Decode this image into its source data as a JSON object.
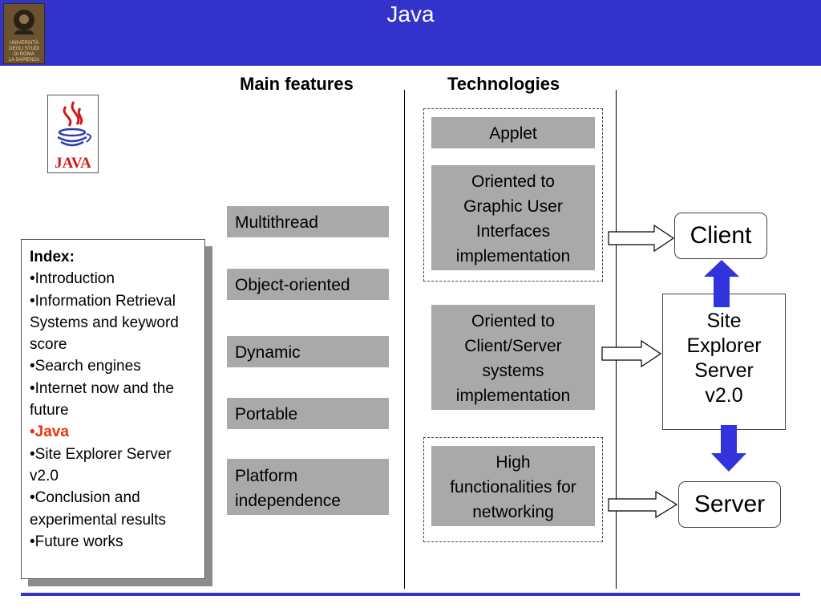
{
  "slide": {
    "title": "Java",
    "colors": {
      "header": "#3333cc",
      "box_fill": "#a9a9a9",
      "highlight": "#e8340c",
      "arrow_blue": "#3333dd"
    }
  },
  "university_logo": {
    "lines": [
      "UNIVERSITÀ",
      "DEGLI STUDI",
      "DI ROMA",
      "LA SAPIENZA"
    ],
    "icon": "university-seal-icon"
  },
  "java_logo": {
    "text": "JAVA",
    "icon": "java-coffee-cup-icon"
  },
  "columns": {
    "main_features": "Main features",
    "technologies": "Technologies"
  },
  "index": {
    "heading": "Index:",
    "items": [
      {
        "bullet": "•",
        "label": "Introduction"
      },
      {
        "bullet": "•",
        "label": "Information Retrieval Systems and keyword score"
      },
      {
        "bullet": "•",
        "label": "Search engines"
      },
      {
        "bullet": "•",
        "label": "Internet now and the future"
      },
      {
        "bullet": "•",
        "label": "Java",
        "active": true
      },
      {
        "bullet": "•",
        "label": "Site Explorer Server v2.0"
      },
      {
        "bullet": "•",
        "label": "Conclusion and experimental results"
      },
      {
        "bullet": "•",
        "label": "Future works"
      }
    ]
  },
  "features": [
    "Multithread",
    "Object-oriented",
    "Dynamic",
    "Portable",
    "Platform independence"
  ],
  "technologies": [
    "Applet",
    "Oriented to Graphic User Interfaces implementation",
    "Oriented to Client/Server systems implementation",
    "High functionalities for networking"
  ],
  "architecture": {
    "client": "Client",
    "site_explorer": "Site Explorer Server v2.0",
    "server": "Server"
  }
}
